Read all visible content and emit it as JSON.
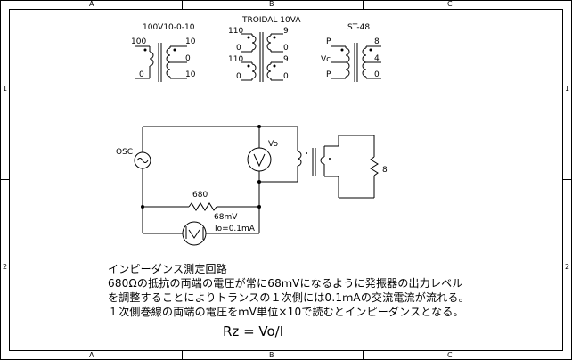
{
  "frame": {
    "zones_top": [
      "A",
      "B",
      "C"
    ],
    "zones_bottom": [
      "A",
      "B",
      "C"
    ],
    "zones_left": [
      "1",
      "2"
    ],
    "zones_right": [
      "1",
      "2"
    ]
  },
  "transformers": [
    {
      "title": "100V10-0-10",
      "taps_left": [
        "100",
        "",
        "0"
      ],
      "taps_right": [
        "10",
        "0",
        "10"
      ]
    },
    {
      "title": "TROIDAL 10VA",
      "taps_left": [
        "110",
        "0",
        "110",
        "0"
      ],
      "taps_right": [
        "9",
        "0",
        "9",
        "0"
      ]
    },
    {
      "title": "ST-48",
      "taps_left": [
        "P",
        "Vc",
        "P"
      ],
      "taps_right": [
        "8",
        "4",
        "0"
      ]
    }
  ],
  "circuit": {
    "osc_label": "OSC",
    "vo_label": "Vo",
    "resistor_label": "680",
    "meter_label": "68mV",
    "current_label": "Io=0.1mA",
    "load_label": "8",
    "meter_v_glyph": "V"
  },
  "notes": {
    "title": "インピーダンス測定回路",
    "line1": "680Ωの抵抗の両端の電圧が常に68ｍVになるように発振器の出力レベル",
    "line2": "を調整することによりトランスの１次側には0.1ｍAの交流電流が流れる。",
    "line3": "１次側巻線の両端の電圧をｍV単位×10で読むとインピーダンスとなる。",
    "formula": "Rz = Vo/I"
  }
}
